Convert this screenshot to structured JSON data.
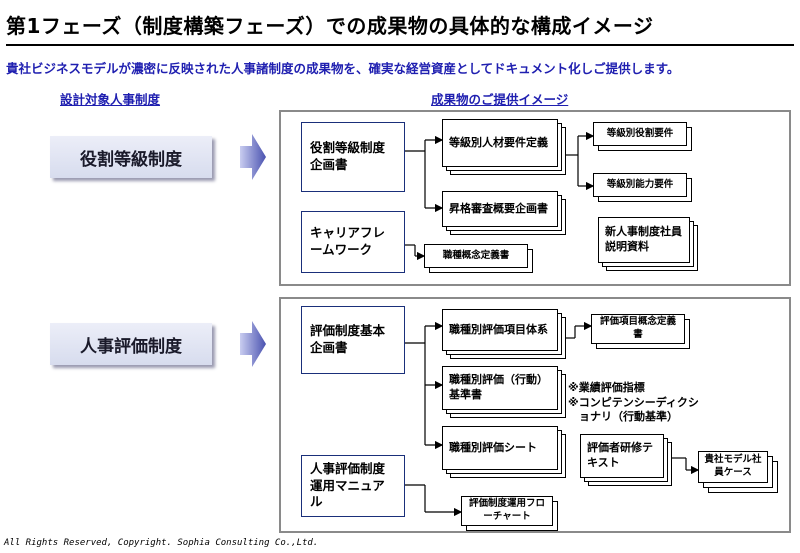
{
  "title": "第1フェーズ（制度構築フェーズ）での成果物の具体的な構成イメージ",
  "subtitle": "貴社ビジネスモデルが濃密に反映された人事諸制度の成果物を、確実な経営資産としてドキュメント化しご提供します。",
  "col_left_header": "設計対象人事制度",
  "col_right_header": "成果物のご提供イメージ",
  "section1": {
    "system_label": "役割等級制度",
    "plan_doc": "役割等級制度企画書",
    "req_def": "等級別人材要件定義",
    "role_req": "等級別役割要件",
    "ability_req": "等級別能力要件",
    "promo": "昇格審査概要企画書",
    "career": "キャリアフレームワーク",
    "job_def": "職種概念定義書",
    "explain": "新人事制度社員説明資料"
  },
  "section2": {
    "system_label": "人事評価制度",
    "eval_plan": "評価制度基本企画書",
    "item_system": "職種別評価項目体系",
    "item_def": "評価項目概念定義書",
    "criteria": "職種別評価（行動）基準書",
    "sheet": "職種別評価シート",
    "note_lines": [
      "※業績評価指標",
      "※コンピテンシーディクシ",
      "　ョナリ（行動基準）"
    ],
    "manual": "人事評価制度運用マニュアル",
    "flowchart": "評価制度運用フローチャート",
    "training": "評価者研修テキスト",
    "case": "貴社モデル社員ケース"
  },
  "footer": "All Rights Reserved, Copyright. Sophia Consulting  Co.,Ltd.",
  "colors": {
    "accent_blue": "#1f1fb0",
    "box_border": "#1a2f7a",
    "arrow": "#5b63b8",
    "section_border": "#8a8a8a"
  }
}
